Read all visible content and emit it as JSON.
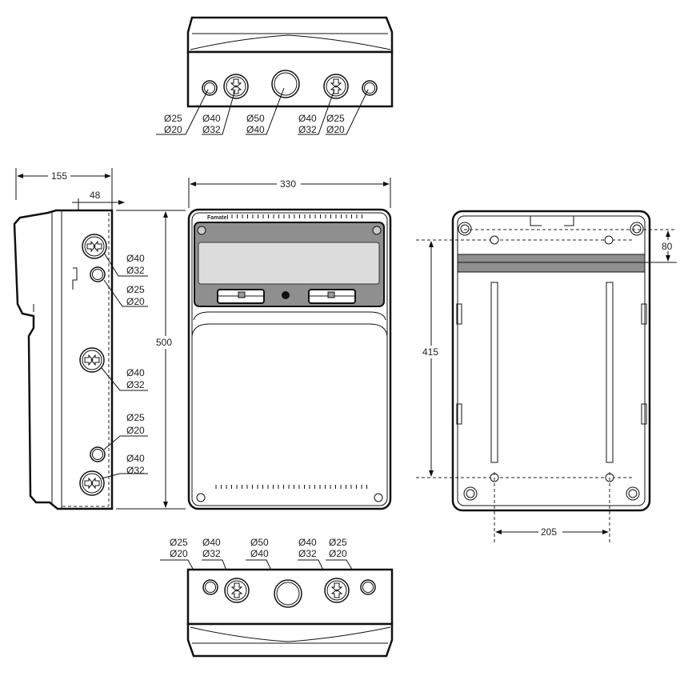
{
  "title": "Enclosure dimensional drawing",
  "brand": "Famatel",
  "dimensions": {
    "depth_total": "155",
    "depth_base": "48",
    "width": "330",
    "height": "500",
    "rail_offset": "80",
    "fixing_vertical": "415",
    "fixing_horizontal": "205"
  },
  "top_view_knockouts": [
    {
      "outer": "Ø25",
      "inner": "Ø20"
    },
    {
      "outer": "Ø40",
      "inner": "Ø32"
    },
    {
      "outer": "Ø50",
      "inner": "Ø40"
    },
    {
      "outer": "Ø40",
      "inner": "Ø32"
    },
    {
      "outer": "Ø25",
      "inner": "Ø20"
    }
  ],
  "bottom_view_knockouts": [
    {
      "outer": "Ø25",
      "inner": "Ø20"
    },
    {
      "outer": "Ø40",
      "inner": "Ø32"
    },
    {
      "outer": "Ø50",
      "inner": "Ø40"
    },
    {
      "outer": "Ø40",
      "inner": "Ø32"
    },
    {
      "outer": "Ø25",
      "inner": "Ø20"
    }
  ],
  "side_view_knockouts": [
    {
      "outer": "Ø40",
      "inner": "Ø32"
    },
    {
      "outer": "Ø25",
      "inner": "Ø20"
    },
    {
      "outer": "Ø40",
      "inner": "Ø32"
    },
    {
      "outer": "Ø25",
      "inner": "Ø20"
    },
    {
      "outer": "Ø40",
      "inner": "Ø32"
    }
  ]
}
